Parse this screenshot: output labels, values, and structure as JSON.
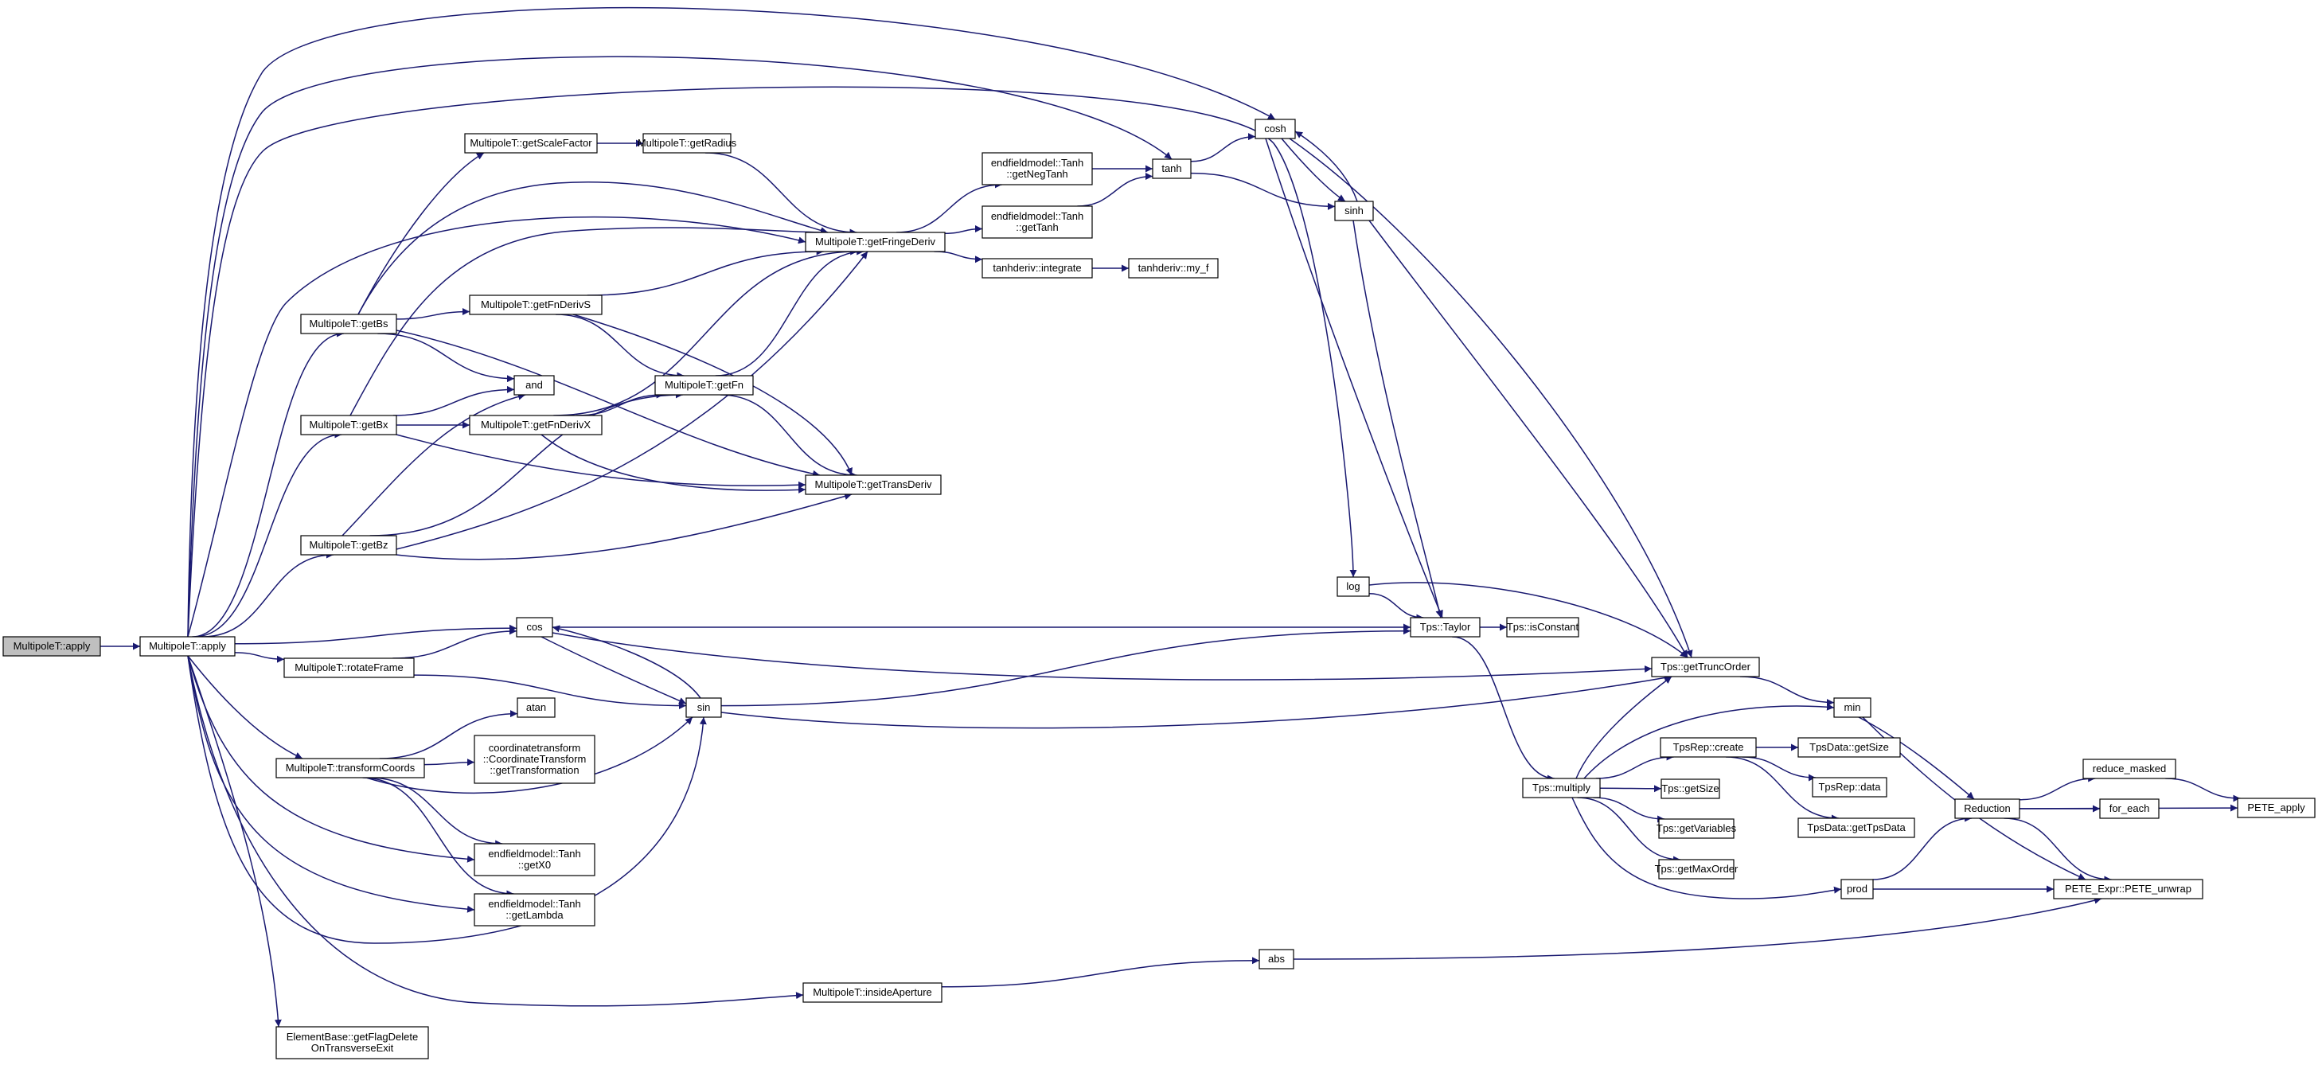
{
  "diagram": {
    "type": "call-graph",
    "edge_color": "#191970",
    "root_fill": "#bfbfbf",
    "node_fill": "#ffffff",
    "missing_border_color": "#ff0000",
    "nodes": [
      {
        "id": "root",
        "lines": [
          "MultipoleT::apply"
        ],
        "style": "root"
      },
      {
        "id": "apply",
        "lines": [
          "MultipoleT::apply"
        ]
      },
      {
        "id": "cosh",
        "lines": [
          "cosh"
        ]
      },
      {
        "id": "getScaleFactor",
        "lines": [
          "MultipoleT::getScaleFactor"
        ]
      },
      {
        "id": "getRadius",
        "lines": [
          "MultipoleT::getRadius"
        ]
      },
      {
        "id": "tanh",
        "lines": [
          "tanh"
        ]
      },
      {
        "id": "getNegTanh",
        "lines": [
          "endfieldmodel::Tanh",
          "::getNegTanh"
        ]
      },
      {
        "id": "sinh",
        "lines": [
          "sinh"
        ]
      },
      {
        "id": "getTanh",
        "lines": [
          "endfieldmodel::Tanh",
          "::getTanh"
        ]
      },
      {
        "id": "getFringeDeriv",
        "lines": [
          "MultipoleT::getFringeDeriv"
        ]
      },
      {
        "id": "integrate",
        "lines": [
          "tanhderiv::integrate"
        ]
      },
      {
        "id": "my_f",
        "lines": [
          "tanhderiv::my_f"
        ]
      },
      {
        "id": "getBs",
        "lines": [
          "MultipoleT::getBs"
        ]
      },
      {
        "id": "getFnDerivS",
        "lines": [
          "MultipoleT::getFnDerivS"
        ]
      },
      {
        "id": "and",
        "lines": [
          "and"
        ]
      },
      {
        "id": "getFn",
        "lines": [
          "MultipoleT::getFn"
        ]
      },
      {
        "id": "getBx",
        "lines": [
          "MultipoleT::getBx"
        ]
      },
      {
        "id": "getFnDerivX",
        "lines": [
          "MultipoleT::getFnDerivX"
        ]
      },
      {
        "id": "getTransDeriv",
        "lines": [
          "MultipoleT::getTransDeriv"
        ]
      },
      {
        "id": "getBz",
        "lines": [
          "MultipoleT::getBz"
        ]
      },
      {
        "id": "log",
        "lines": [
          "log"
        ]
      },
      {
        "id": "cos",
        "lines": [
          "cos"
        ]
      },
      {
        "id": "taylor",
        "lines": [
          "Tps::Taylor"
        ]
      },
      {
        "id": "isConstant",
        "lines": [
          "Tps::isConstant"
        ]
      },
      {
        "id": "rotateFrame",
        "lines": [
          "MultipoleT::rotateFrame"
        ]
      },
      {
        "id": "getTruncOrder",
        "lines": [
          "Tps::getTruncOrder"
        ]
      },
      {
        "id": "atan",
        "lines": [
          "atan"
        ]
      },
      {
        "id": "sin",
        "lines": [
          "sin"
        ]
      },
      {
        "id": "min",
        "lines": [
          "min"
        ]
      },
      {
        "id": "getTransformation",
        "lines": [
          "coordinatetransform",
          "::CoordinateTransform",
          "::getTransformation"
        ]
      },
      {
        "id": "transformCoords",
        "lines": [
          "MultipoleT::transformCoords"
        ]
      },
      {
        "id": "tpsRepCreate",
        "lines": [
          "TpsRep::create"
        ]
      },
      {
        "id": "tpsDataGetSize",
        "lines": [
          "TpsData::getSize"
        ]
      },
      {
        "id": "reduceMasked",
        "lines": [
          "reduce_masked"
        ],
        "style": "missing"
      },
      {
        "id": "tpsRepData",
        "lines": [
          "TpsRep::data"
        ]
      },
      {
        "id": "multiply",
        "lines": [
          "Tps::multiply"
        ]
      },
      {
        "id": "getSize",
        "lines": [
          "Tps::getSize"
        ]
      },
      {
        "id": "forEach",
        "lines": [
          "for_each"
        ],
        "style": "missing"
      },
      {
        "id": "peteApply",
        "lines": [
          "PETE_apply"
        ]
      },
      {
        "id": "reduction",
        "lines": [
          "Reduction"
        ]
      },
      {
        "id": "getTpsData",
        "lines": [
          "TpsData::getTpsData"
        ],
        "style": "missing"
      },
      {
        "id": "getVariables",
        "lines": [
          "Tps::getVariables"
        ]
      },
      {
        "id": "getX0",
        "lines": [
          "endfieldmodel::Tanh",
          "::getX0"
        ]
      },
      {
        "id": "getMaxOrder",
        "lines": [
          "Tps::getMaxOrder"
        ]
      },
      {
        "id": "prod",
        "lines": [
          "prod"
        ]
      },
      {
        "id": "peteUnwrap",
        "lines": [
          "PETE_Expr::PETE_unwrap"
        ]
      },
      {
        "id": "getLambda",
        "lines": [
          "endfieldmodel::Tanh",
          "::getLambda"
        ]
      },
      {
        "id": "abs",
        "lines": [
          "abs"
        ]
      },
      {
        "id": "insideAperture",
        "lines": [
          "MultipoleT::insideAperture"
        ]
      },
      {
        "id": "getFlagDelete",
        "lines": [
          "ElementBase::getFlagDelete",
          "OnTransverseExit"
        ]
      }
    ],
    "edges": [
      [
        "root",
        "apply"
      ],
      [
        "apply",
        "cosh"
      ],
      [
        "apply",
        "tanh"
      ],
      [
        "apply",
        "log"
      ],
      [
        "apply",
        "getFringeDeriv"
      ],
      [
        "apply",
        "getBs"
      ],
      [
        "apply",
        "getBx"
      ],
      [
        "apply",
        "getBz"
      ],
      [
        "apply",
        "cos"
      ],
      [
        "apply",
        "rotateFrame"
      ],
      [
        "apply",
        "sin"
      ],
      [
        "apply",
        "transformCoords"
      ],
      [
        "apply",
        "getX0"
      ],
      [
        "apply",
        "getLambda"
      ],
      [
        "apply",
        "insideAperture"
      ],
      [
        "apply",
        "getFlagDelete"
      ],
      [
        "getScaleFactor",
        "getRadius"
      ],
      [
        "getRadius",
        "getFringeDeriv"
      ],
      [
        "getNegTanh",
        "tanh"
      ],
      [
        "getTanh",
        "tanh"
      ],
      [
        "tanh",
        "cosh"
      ],
      [
        "tanh",
        "sinh"
      ],
      [
        "getFringeDeriv",
        "getNegTanh"
      ],
      [
        "getFringeDeriv",
        "getTanh"
      ],
      [
        "getFringeDeriv",
        "integrate"
      ],
      [
        "integrate",
        "my_f"
      ],
      [
        "getBs",
        "getScaleFactor"
      ],
      [
        "getBs",
        "getFringeDeriv"
      ],
      [
        "getBs",
        "getFnDerivS"
      ],
      [
        "getBs",
        "and"
      ],
      [
        "getBs",
        "getTransDeriv"
      ],
      [
        "getFnDerivS",
        "getFringeDeriv"
      ],
      [
        "getFnDerivS",
        "getFn"
      ],
      [
        "getFnDerivS",
        "getTransDeriv"
      ],
      [
        "getFn",
        "getFringeDeriv"
      ],
      [
        "getFn",
        "getTransDeriv"
      ],
      [
        "getBx",
        "getFringeDeriv"
      ],
      [
        "getBx",
        "and"
      ],
      [
        "getBx",
        "getFnDerivX"
      ],
      [
        "getBx",
        "getTransDeriv"
      ],
      [
        "getFnDerivX",
        "getFringeDeriv"
      ],
      [
        "getFnDerivX",
        "getFn"
      ],
      [
        "getFnDerivX",
        "getTransDeriv"
      ],
      [
        "getBz",
        "and"
      ],
      [
        "getBz",
        "getFn"
      ],
      [
        "getBz",
        "getFringeDeriv"
      ],
      [
        "getBz",
        "getTransDeriv"
      ],
      [
        "cosh",
        "sinh"
      ],
      [
        "cosh",
        "taylor"
      ],
      [
        "cosh",
        "getTruncOrder"
      ],
      [
        "sinh",
        "cosh"
      ],
      [
        "sinh",
        "taylor"
      ],
      [
        "sinh",
        "getTruncOrder"
      ],
      [
        "log",
        "taylor"
      ],
      [
        "log",
        "getTruncOrder"
      ],
      [
        "cos",
        "sin"
      ],
      [
        "cos",
        "taylor"
      ],
      [
        "cos",
        "getTruncOrder"
      ],
      [
        "sin",
        "cos"
      ],
      [
        "sin",
        "taylor"
      ],
      [
        "sin",
        "getTruncOrder"
      ],
      [
        "rotateFrame",
        "cos"
      ],
      [
        "rotateFrame",
        "sin"
      ],
      [
        "taylor",
        "isConstant"
      ],
      [
        "taylor",
        "multiply"
      ],
      [
        "getTruncOrder",
        "min"
      ],
      [
        "transformCoords",
        "atan"
      ],
      [
        "transformCoords",
        "getTransformation"
      ],
      [
        "transformCoords",
        "sin"
      ],
      [
        "transformCoords",
        "getX0"
      ],
      [
        "transformCoords",
        "getLambda"
      ],
      [
        "multiply",
        "getTruncOrder"
      ],
      [
        "multiply",
        "min"
      ],
      [
        "multiply",
        "tpsRepCreate"
      ],
      [
        "multiply",
        "getSize"
      ],
      [
        "multiply",
        "getVariables"
      ],
      [
        "multiply",
        "getMaxOrder"
      ],
      [
        "multiply",
        "prod"
      ],
      [
        "tpsRepCreate",
        "tpsDataGetSize"
      ],
      [
        "tpsRepCreate",
        "tpsRepData"
      ],
      [
        "tpsRepCreate",
        "getTpsData"
      ],
      [
        "min",
        "reduction"
      ],
      [
        "min",
        "peteUnwrap"
      ],
      [
        "prod",
        "reduction"
      ],
      [
        "prod",
        "peteUnwrap"
      ],
      [
        "reduction",
        "reduceMasked"
      ],
      [
        "reduction",
        "forEach"
      ],
      [
        "reduction",
        "peteApply"
      ],
      [
        "reduction",
        "peteUnwrap"
      ],
      [
        "reduceMasked",
        "peteApply"
      ],
      [
        "insideAperture",
        "abs"
      ],
      [
        "abs",
        "peteUnwrap"
      ]
    ]
  }
}
